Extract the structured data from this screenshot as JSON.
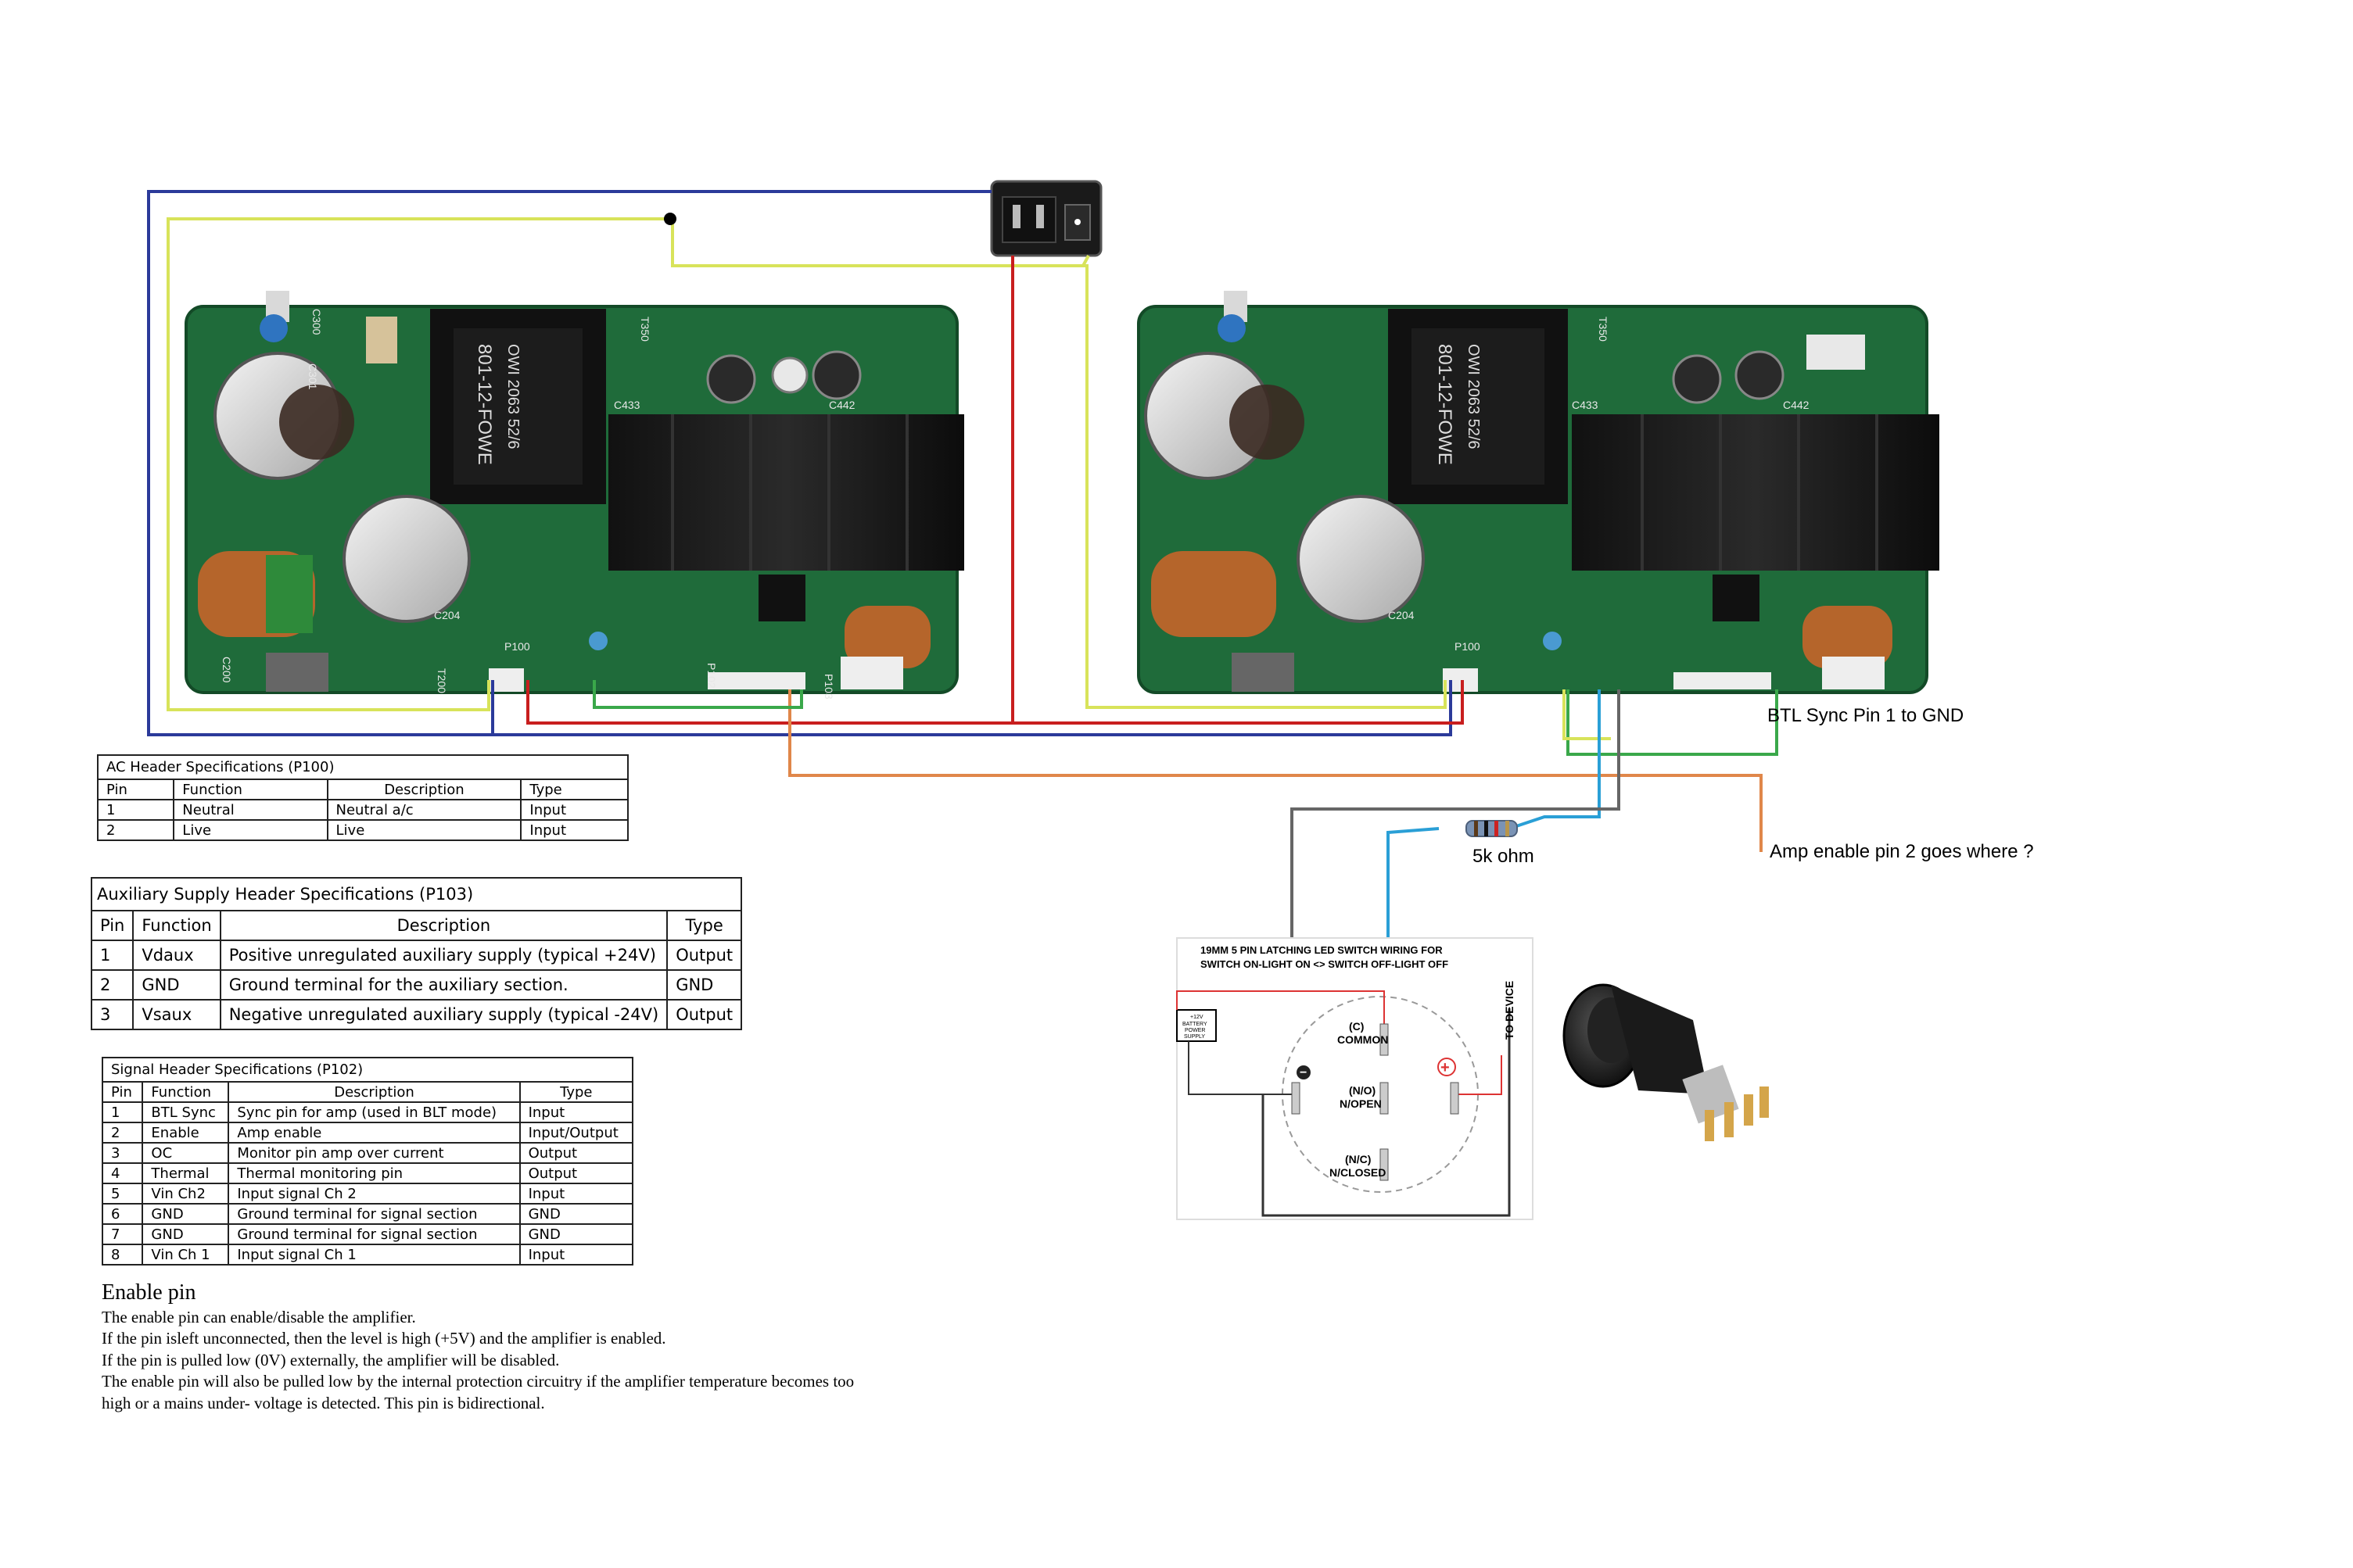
{
  "callouts": {
    "btl_sync": "BTL Sync Pin 1 to GND",
    "resistor": "5k ohm",
    "amp_enable": "Amp enable pin 2 goes where ?"
  },
  "pcb": {
    "left": {
      "inductor_label": "801-12-FOWE",
      "inductor_code": "OWI 2063 52/6"
    },
    "right": {
      "inductor_label": "801-12-FOWE",
      "inductor_code": "OWI 2063 52/6"
    },
    "silkscreen": [
      "C300",
      "C301",
      "C433",
      "C442",
      "P100",
      "P103",
      "P102",
      "C204",
      "C200",
      "T200",
      "T350"
    ]
  },
  "switch_diagram": {
    "title_line1": "19MM 5 PIN LATCHING LED SWITCH WIRING FOR",
    "title_line2": "SWITCH ON-LIGHT ON <> SWITCH OFF-LIGHT OFF",
    "battery_label": [
      "+12V",
      "BATTERY",
      "POWER",
      "SUPPLY"
    ],
    "to_device": "TO DEVICE",
    "common": [
      "(C)",
      "COMMON"
    ],
    "no": [
      "(N/O)",
      "N/OPEN"
    ],
    "nc": [
      "(N/C)",
      "N/CLOSED"
    ],
    "minus": "−",
    "plus": "+"
  },
  "ac_table": {
    "caption": "AC Header Specifications (P100)",
    "headers": [
      "Pin",
      "Function",
      "Description",
      "Type"
    ],
    "rows": [
      [
        "1",
        "Neutral",
        "Neutral a/c",
        "Input"
      ],
      [
        "2",
        "Live",
        "Live",
        "Input"
      ]
    ]
  },
  "aux_table": {
    "caption": "Auxiliary Supply Header Specifications (P103)",
    "headers": [
      "Pin",
      "Function",
      "Description",
      "Type"
    ],
    "rows": [
      [
        "1",
        "Vdaux",
        "Positive unregulated auxiliary supply (typical +24V)",
        "Output"
      ],
      [
        "2",
        "GND",
        "Ground terminal for the auxiliary section.",
        "GND"
      ],
      [
        "3",
        "Vsaux",
        "Negative unregulated auxiliary supply (typical -24V)",
        "Output"
      ]
    ]
  },
  "signal_table": {
    "caption": "Signal Header Specifications (P102)",
    "headers": [
      "Pin",
      "Function",
      "Description",
      "Type"
    ],
    "rows": [
      [
        "1",
        "BTL Sync",
        "Sync pin for amp (used in BLT mode)",
        "Input"
      ],
      [
        "2",
        "Enable",
        "Amp enable",
        "Input/Output"
      ],
      [
        "3",
        "OC",
        "Monitor pin amp over current",
        "Output"
      ],
      [
        "4",
        "Thermal",
        "Thermal monitoring pin",
        "Output"
      ],
      [
        "5",
        "Vin Ch2",
        "Input signal Ch 2",
        "Input"
      ],
      [
        "6",
        "GND",
        "Ground terminal for signal section",
        "GND"
      ],
      [
        "7",
        "GND",
        "Ground terminal for signal section",
        "GND"
      ],
      [
        "8",
        "Vin Ch 1",
        "Input signal Ch 1",
        "Input"
      ]
    ]
  },
  "enable_notes": {
    "heading": "Enable pin",
    "lines": [
      "The enable pin can enable/disable the amplifier.",
      "If the pin isleft unconnected, then the level is high (+5V) and the amplifier is enabled.",
      "If the pin is pulled low (0V) externally, the amplifier will be disabled.",
      "The enable pin will also be pulled low by the internal protection circuitry if the amplifier temperature becomes too",
      "high or a mains under- voltage is detected. This pin is bidirectional."
    ]
  },
  "colors": {
    "pcb_green": "#1f6b3a",
    "wire_blue": "#2b3a9a",
    "wire_yellow": "#d8e35a",
    "wire_red": "#c81e1e",
    "wire_orange": "#e0874a",
    "wire_green": "#3aa84a",
    "wire_cyan": "#2a9fd6",
    "wire_gray": "#666666"
  }
}
